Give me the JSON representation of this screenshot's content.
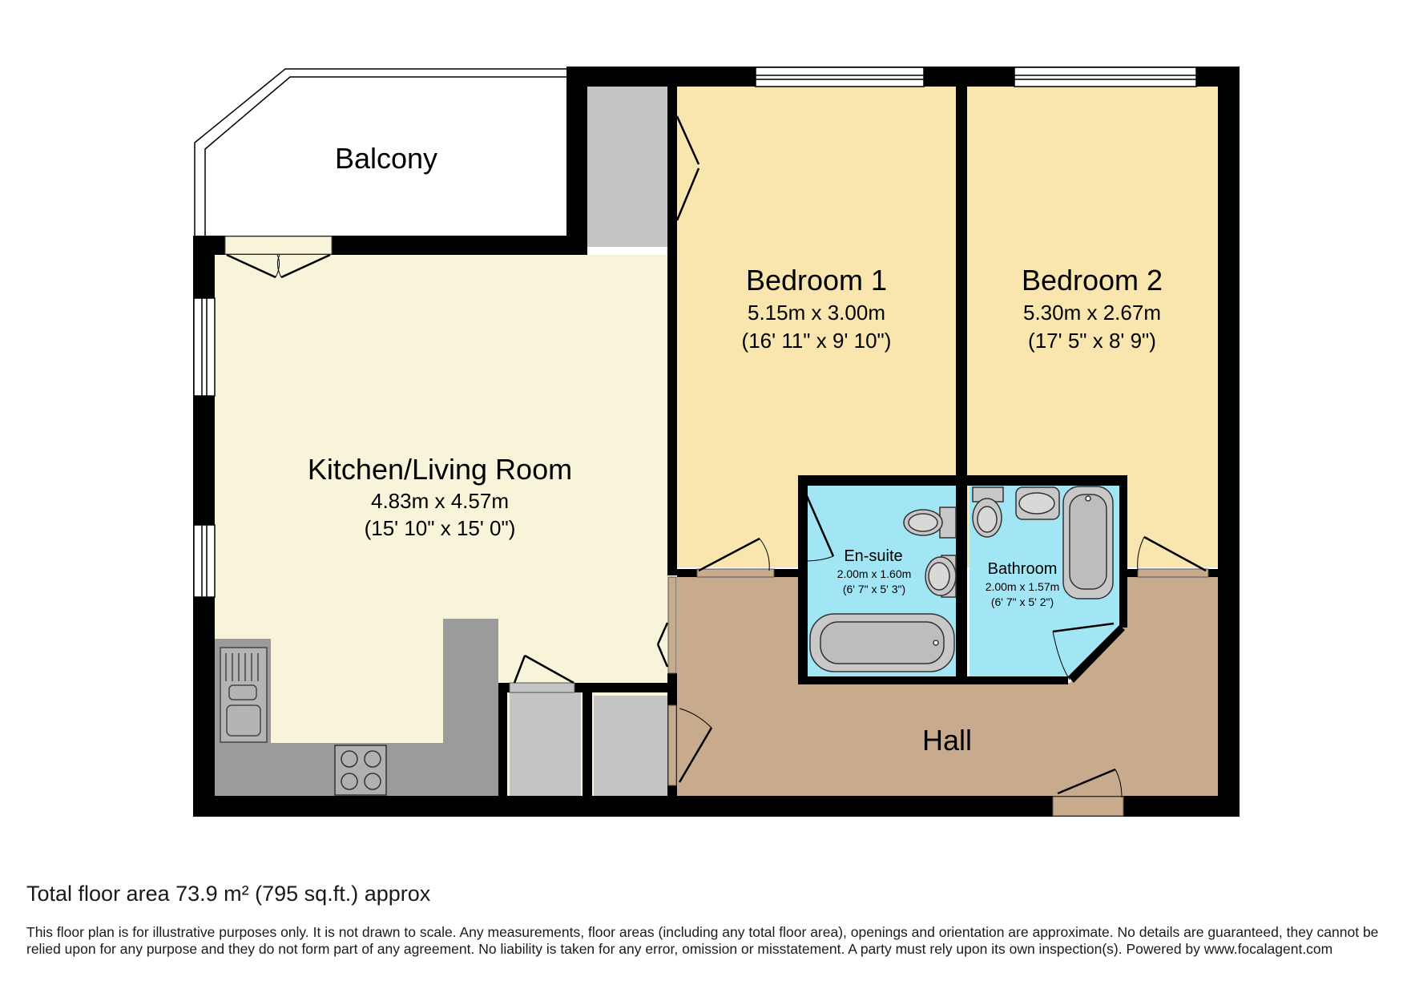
{
  "rooms": {
    "balcony": {
      "name": "Balcony"
    },
    "kitchen": {
      "name": "Kitchen/Living Room",
      "metric": "4.83m x 4.57m",
      "imperial": "(15' 10\" x 15' 0\")"
    },
    "bedroom1": {
      "name": "Bedroom 1",
      "metric": "5.15m x 3.00m",
      "imperial": "(16' 11\" x 9' 10\")"
    },
    "bedroom2": {
      "name": "Bedroom 2",
      "metric": "5.30m x 2.67m",
      "imperial": "(17' 5\" x 8' 9\")"
    },
    "ensuite": {
      "name": "En-suite",
      "metric": "2.00m x 1.60m",
      "imperial": "(6' 7\" x 5' 3\")"
    },
    "bathroom": {
      "name": "Bathroom",
      "metric": "2.00m x 1.57m",
      "imperial": "(6' 7\" x 5' 2\")"
    },
    "hall": {
      "name": "Hall"
    }
  },
  "footer": {
    "total_area": "Total floor area 73.9 m² (795 sq.ft.) approx",
    "disclaimer": "This floor plan is for illustrative purposes only. It is not drawn to scale. Any measurements, floor areas (including any total floor area), openings and orientation are approximate. No details are guaranteed, they cannot be relied upon for any purpose and they do not form part of any agreement. No liability is taken for any error, omission or misstatement. A party must rely upon its own inspection(s). Powered by www.focalagent.com"
  },
  "colors": {
    "kitchen": "#f8f4da",
    "bedroom": "#f8e6ae",
    "wet_room": "#a2e6f6",
    "hall": "#c8ab8c",
    "wall": "#000000",
    "cupboard": "#c4c4c4",
    "worktop": "#9b9b9b"
  }
}
